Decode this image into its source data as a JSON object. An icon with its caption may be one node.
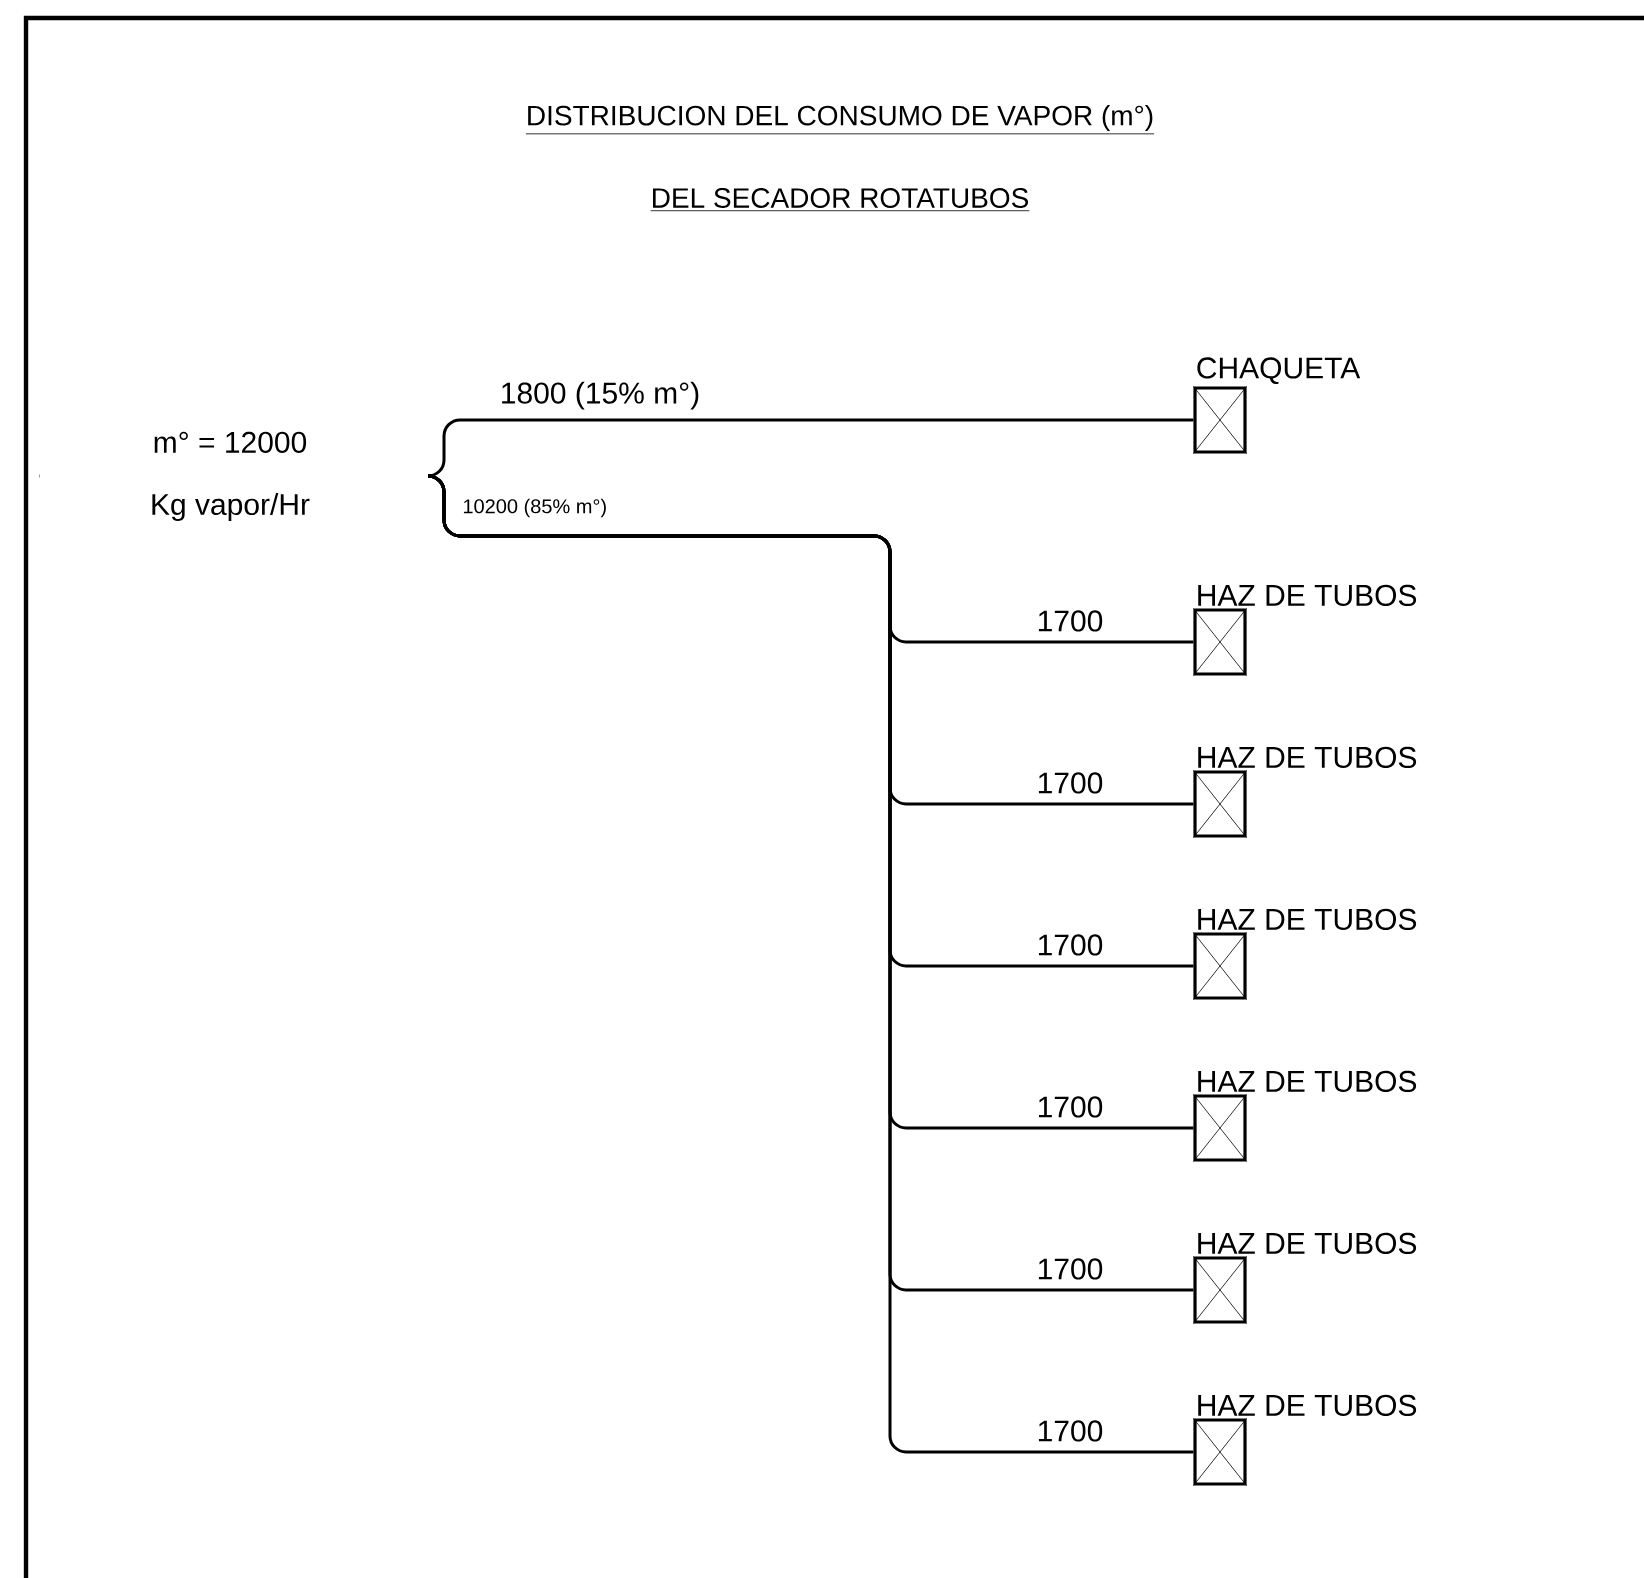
{
  "diagram": {
    "title": "DISTRIBUCION DEL CONSUMO DE VAPOR (m°)",
    "nodes": [
      {
        "text": [
          "m° = 12000",
          "Kg vapor/Hr"
        ]
      },
      {
        "text": [
          "CHAQUETA"
        ]
      },
      {
        "text": [
          "HAZ DE TUBOS"
        ]
      },
      {
        "text": [
          "HAZ DE TUBOS"
        ]
      },
      {
        "text": [
          "HAZ DE TUBOS"
        ]
      },
      {
        "text": [
          "HAZ DE TUBOS"
        ]
      },
      {
        "text": [
          "HAZ DE TUBOS"
        ]
      },
      {
        "text": [
          "HAZ DE TUBOS"
        ]
      }
    ],
    "edges": [
      {
        "from": 0,
        "to": 1,
        "arrow": "none",
        "label": "1800 (15% m°)"
      },
      {
        "from": 0,
        "to": 2,
        "arrow": "none",
        "label": "1700"
      },
      {
        "from": 0,
        "to": 3,
        "arrow": "none",
        "label": "1700"
      },
      {
        "from": 0,
        "to": 4,
        "arrow": "none",
        "label": "1700"
      },
      {
        "from": 0,
        "to": 5,
        "arrow": "none",
        "label": "1700"
      },
      {
        "from": 0,
        "to": 6,
        "arrow": "none",
        "label": "1700"
      },
      {
        "from": 0,
        "to": 7,
        "arrow": "none",
        "label": "1700"
      }
    ],
    "labels": [
      "DEL SECADOR ROTATUBOS",
      "10200 (85% m°)"
    ]
  }
}
